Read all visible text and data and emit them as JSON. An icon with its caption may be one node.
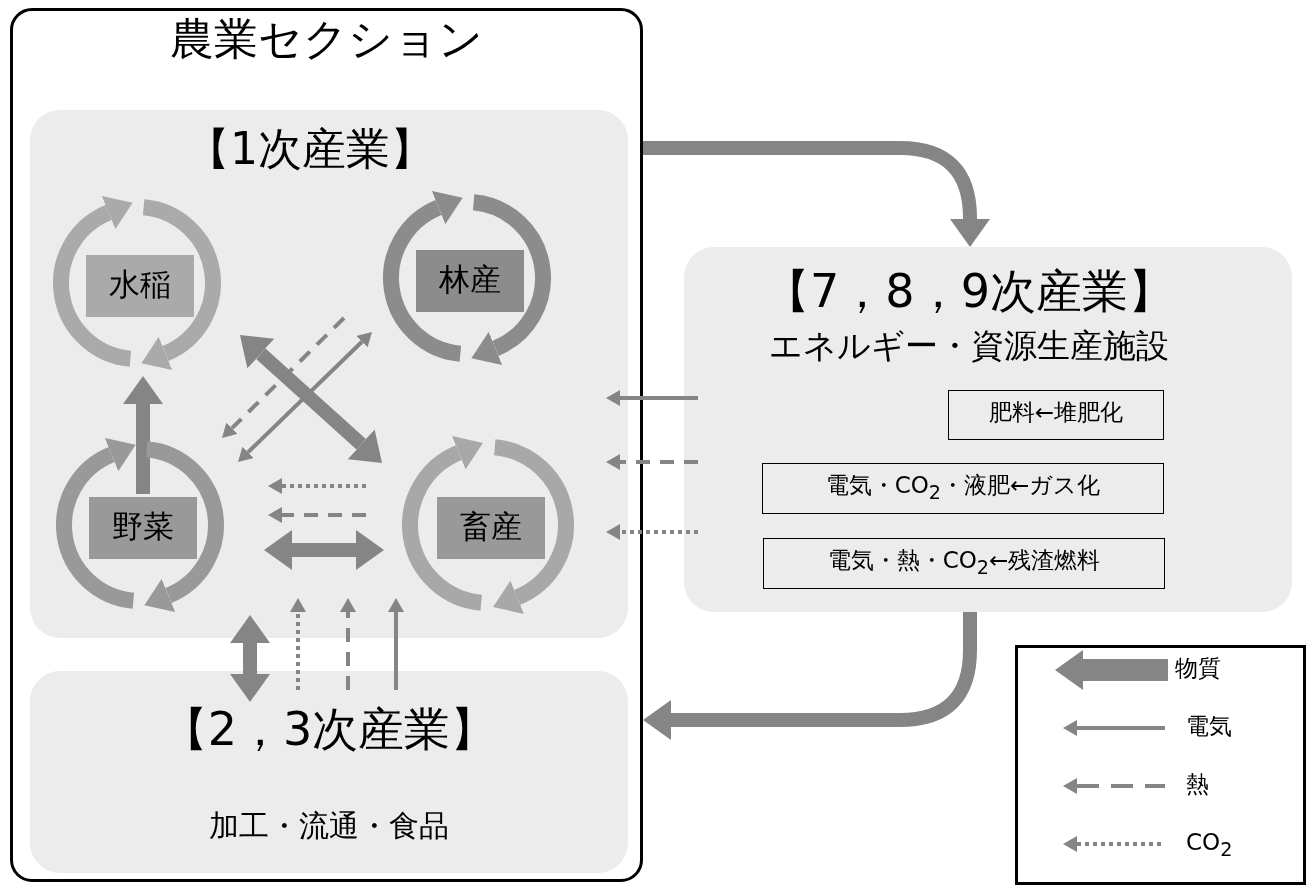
{
  "diagram": {
    "nodes": [
      {
        "text": [
          "農業セクション"
        ]
      },
      {
        "text": [
          "【1次産業】"
        ],
        "in": 0
      },
      {
        "text": [
          "水稲"
        ],
        "in": 1
      },
      {
        "text": [
          "林産"
        ],
        "in": 1
      },
      {
        "text": [
          "野菜"
        ],
        "in": 1
      },
      {
        "text": [
          "畜産"
        ],
        "in": 1
      },
      {
        "text": [
          "【2，3次産業】",
          "加工・流通・食品"
        ],
        "in": 0
      },
      {
        "text": [
          "【7，8，9次産業】",
          "エネルギー・資源生産施設"
        ]
      },
      {
        "text": [
          "肥料←堆肥化"
        ],
        "in": 7
      },
      {
        "text": [
          "電気・CO$_{2}$・液肥←ガス化"
        ],
        "in": 7
      },
      {
        "text": [
          "電気・熱・CO$_{2}$←残渣燃料"
        ],
        "in": 7
      }
    ],
    "edges": [
      {
        "from": 4,
        "to": 2,
        "arrow": "to",
        "style": "thick"
      },
      {
        "from": 2,
        "to": 5,
        "arrow": "both",
        "style": "thick"
      },
      {
        "from": 3,
        "to": 4,
        "arrow": "both"
      },
      {
        "from": 3,
        "to": 4,
        "arrow": "to",
        "style": "dashed"
      },
      {
        "from": 5,
        "to": 4,
        "arrow": "to",
        "style": "dashed"
      },
      {
        "from": 5,
        "to": 4,
        "arrow": "to",
        "style": "dashed"
      },
      {
        "from": 4,
        "to": 5,
        "arrow": "both",
        "style": "thick"
      },
      {
        "from": 1,
        "to": 6,
        "arrow": "both",
        "style": "thick"
      },
      {
        "from": 6,
        "to": 1,
        "arrow": "to",
        "style": "dashed"
      },
      {
        "from": 6,
        "to": 1,
        "arrow": "to",
        "style": "dashed"
      },
      {
        "from": 6,
        "to": 1,
        "arrow": "to"
      },
      {
        "from": 7,
        "to": 1,
        "arrow": "to"
      },
      {
        "from": 7,
        "to": 1,
        "arrow": "to",
        "style": "dashed"
      },
      {
        "from": 7,
        "to": 1,
        "arrow": "to",
        "style": "dashed"
      },
      {
        "from": 0,
        "to": 7,
        "arrow": "to",
        "style": "thick"
      },
      {
        "from": 7,
        "to": 0,
        "arrow": "to",
        "style": "thick"
      }
    ],
    "legend": [
      {
        "text": "物質"
      },
      {
        "text": "電気"
      },
      {
        "text": "熱"
      },
      {
        "text": "CO$_{2}$"
      }
    ]
  }
}
